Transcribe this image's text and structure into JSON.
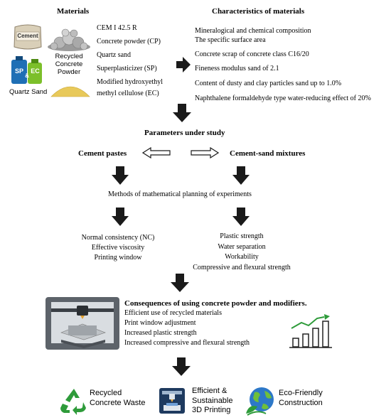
{
  "materials": {
    "heading": "Materials",
    "cement_bag_label": "Cement",
    "recycled_label_lines": [
      "Recycled",
      "Concrete",
      "Powder"
    ],
    "sp_label": "SP",
    "ec_label": "EC",
    "amp": "&",
    "quartz_label": "Quartz Sand",
    "items": [
      "CEM I 42.5 R",
      "Concrete powder (CP)",
      "Quartz sand",
      "Superplasticizer (SP)",
      "Modified hydroxyethyl",
      "methyl cellulose (EC)"
    ]
  },
  "characteristics": {
    "heading": "Characteristics of materials",
    "items": [
      "Mineralogical and chemical composition",
      "The specific surface area",
      "Concrete scrap of concrete class C16/20",
      "Fineness modulus sand of 2.1",
      "Content of dusty and clay particles sand up to 1.0%",
      "Naphthalene formaldehyde type water-reducing effect of 20%"
    ]
  },
  "parameters": {
    "heading": "Parameters under study",
    "left": "Cement pastes",
    "right": "Cement-sand mixtures",
    "methods": "Methods of mathematical planning of experiments",
    "left_items": [
      "Normal consistency (NC)",
      "Effective viscosity",
      "Printing window"
    ],
    "right_items": [
      "Plastic strength",
      "Water separation",
      "Workability",
      "Compressive and flexural strength"
    ]
  },
  "consequences": {
    "heading": "Consequences of using concrete powder and modifiers.",
    "items": [
      "Efficient use of recycled materials",
      "Print window adjustment",
      "Increased plastic strength",
      "Increased compressive and flexural strength"
    ]
  },
  "footer": {
    "recycled": [
      "Recycled",
      "Concrete Waste"
    ],
    "printing": [
      "Efficient &",
      "Sustainable",
      "3D Printing"
    ],
    "eco": [
      "Eco-Friendly",
      "Construction"
    ]
  },
  "colors": {
    "arrow": "#1a1a1a",
    "recycle_green": "#2e9b3a",
    "sp_blue": "#1f6fb5",
    "ec_green": "#7cbf2a",
    "sand": "#e8c95a",
    "globe_blue": "#2d78c8",
    "printer_gray": "#6b7178"
  }
}
